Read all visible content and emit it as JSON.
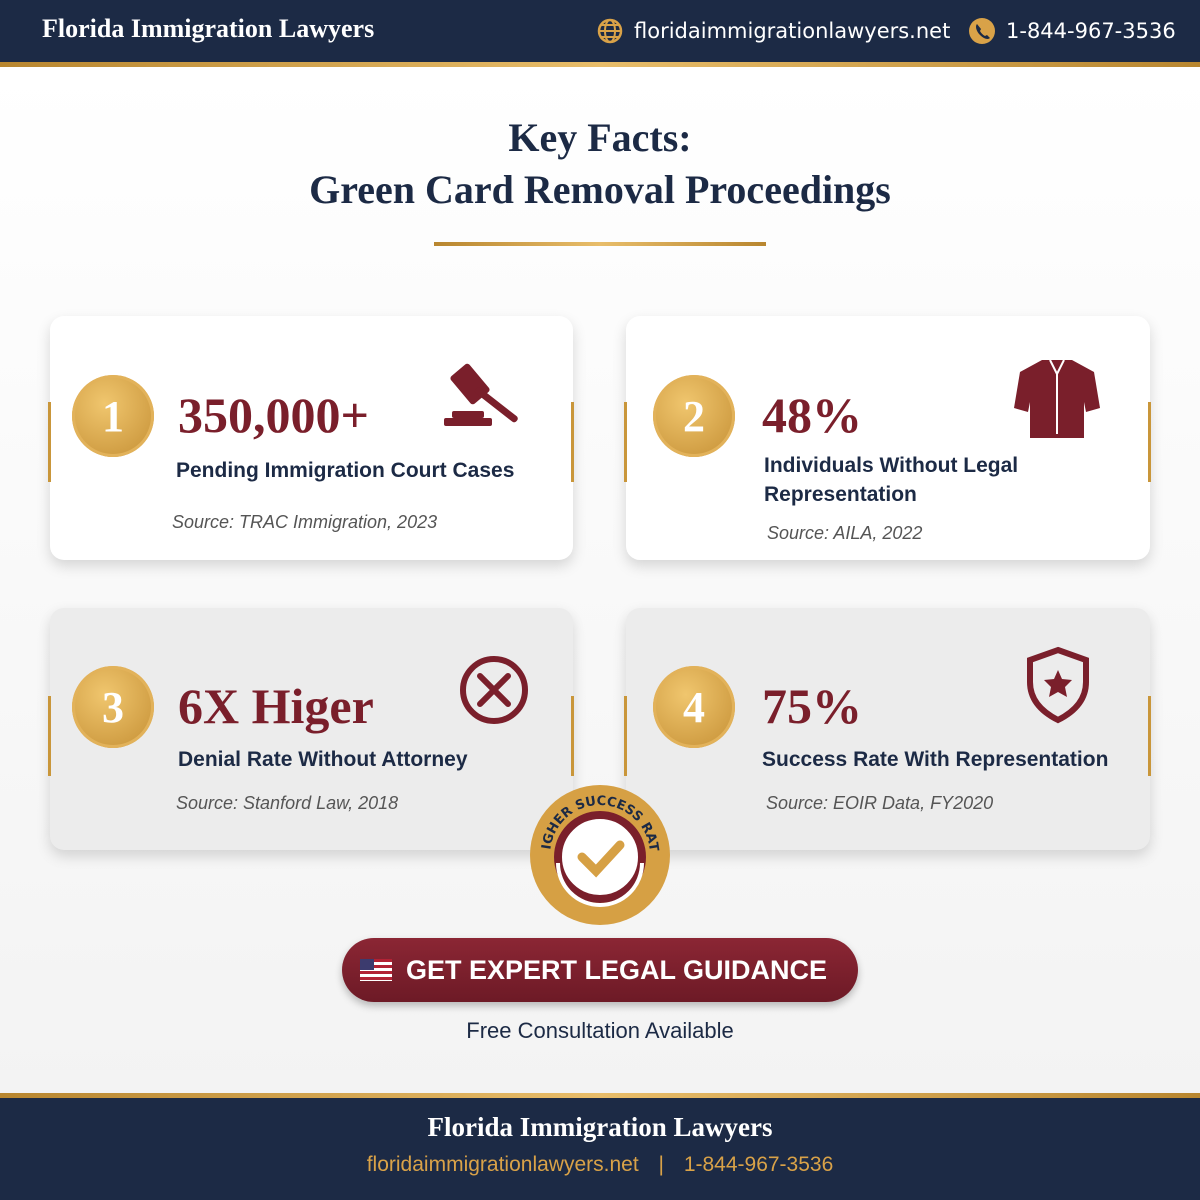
{
  "header": {
    "brand": "Florida Immigration Lawyers",
    "website": "floridaimmigrationlawyers.net",
    "phone": "1-844-967-3536",
    "icons": [
      "globe-icon",
      "phone-icon"
    ]
  },
  "title": {
    "line1": "Key Facts:",
    "line2": "Green Card Removal Proceedings"
  },
  "cards": [
    {
      "number": "1",
      "stat": "350,000+",
      "label": "Pending Immigration Court Cases",
      "source": "Source: TRAC Immigration, 2023",
      "icon": "gavel-icon"
    },
    {
      "number": "2",
      "stat": "48%",
      "label": "Individuals Without Legal Representation",
      "source": "Source: AILA, 2022",
      "icon": "suit-jacket-icon"
    },
    {
      "number": "3",
      "stat": "6X Higer",
      "label": "Denial Rate Without Attorney",
      "source": "Source: Stanford Law, 2018",
      "icon": "x-circle-icon"
    },
    {
      "number": "4",
      "stat": "75%",
      "label": "Success Rate With Representation",
      "source": "Source: EOIR Data, FY2020",
      "icon": "shield-star-icon"
    }
  ],
  "badge": {
    "text": "HIGHER SUCCESS RATE"
  },
  "cta": {
    "label": "GET EXPERT LEGAL GUIDANCE",
    "subtext": "Free Consultation Available"
  },
  "footer": {
    "brand": "Florida Immigration Lawyers",
    "website": "floridaimmigrationlawyers.net",
    "separator": "|",
    "phone": "1-844-967-3536"
  },
  "colors": {
    "navy": "#1c2a45",
    "gold": "#c9963a",
    "maroon": "#7a1f2b"
  }
}
